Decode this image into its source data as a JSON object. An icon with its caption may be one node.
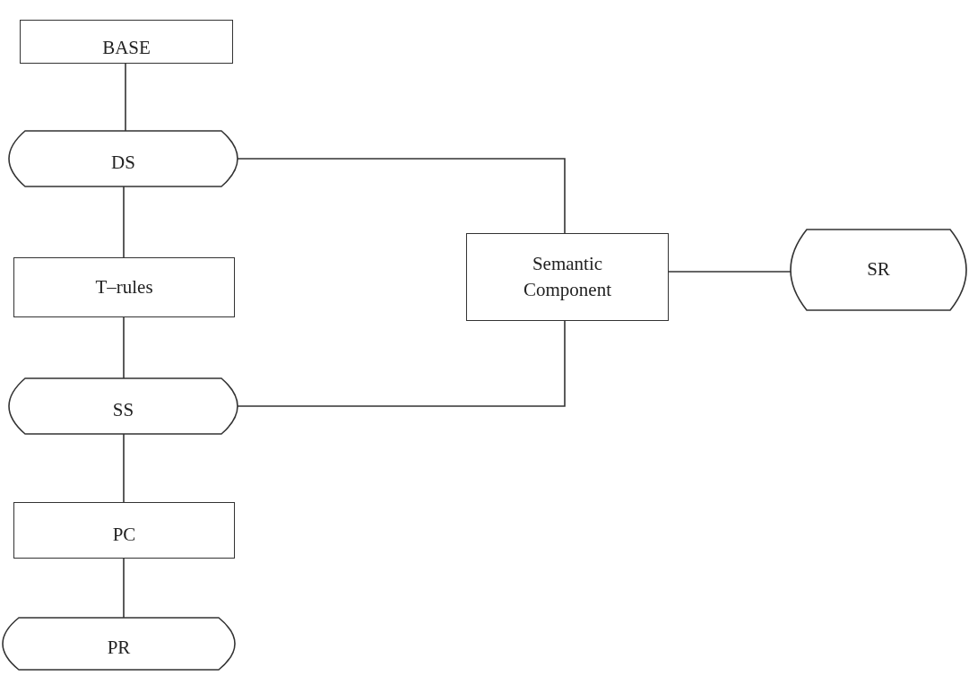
{
  "diagram": {
    "nodes": [
      {
        "text": [
          "BASE"
        ]
      },
      {
        "text": [
          "DS"
        ]
      },
      {
        "text": [
          "T–rules"
        ]
      },
      {
        "text": [
          "SS"
        ]
      },
      {
        "text": [
          "PC"
        ]
      },
      {
        "text": [
          "PR"
        ]
      },
      {
        "text": [
          "Semantic Component"
        ]
      },
      {
        "text": [
          "SR"
        ]
      }
    ],
    "edges": [
      {
        "from": 0,
        "to": 1,
        "arrow": "none"
      },
      {
        "from": 1,
        "to": 2,
        "arrow": "none"
      },
      {
        "from": 2,
        "to": 3,
        "arrow": "none"
      },
      {
        "from": 3,
        "to": 4,
        "arrow": "none"
      },
      {
        "from": 4,
        "to": 5,
        "arrow": "none"
      },
      {
        "from": 1,
        "to": 6,
        "arrow": "none"
      },
      {
        "from": 3,
        "to": 6,
        "arrow": "none"
      },
      {
        "from": 6,
        "to": 7,
        "arrow": "none"
      }
    ]
  }
}
